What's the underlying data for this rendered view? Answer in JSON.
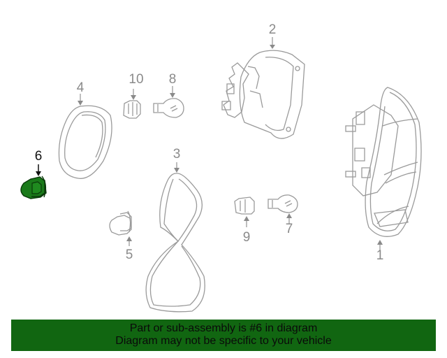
{
  "diagram": {
    "highlighted_part": "6",
    "colors": {
      "line": "#9a9a9a",
      "highlight_fill": "#1a7a1a",
      "highlight_stroke": "#0a3a0a",
      "banner": "#116611"
    },
    "callouts": [
      {
        "id": "1",
        "label": "1"
      },
      {
        "id": "2",
        "label": "2"
      },
      {
        "id": "3",
        "label": "3"
      },
      {
        "id": "4",
        "label": "4"
      },
      {
        "id": "5",
        "label": "5"
      },
      {
        "id": "6",
        "label": "6"
      },
      {
        "id": "7",
        "label": "7"
      },
      {
        "id": "8",
        "label": "8"
      },
      {
        "id": "9",
        "label": "9"
      },
      {
        "id": "10",
        "label": "10"
      }
    ]
  },
  "banner": {
    "line1": "Part or sub-assembly is #6 in diagram",
    "line2": "Diagram may not be specific to your vehicle"
  }
}
